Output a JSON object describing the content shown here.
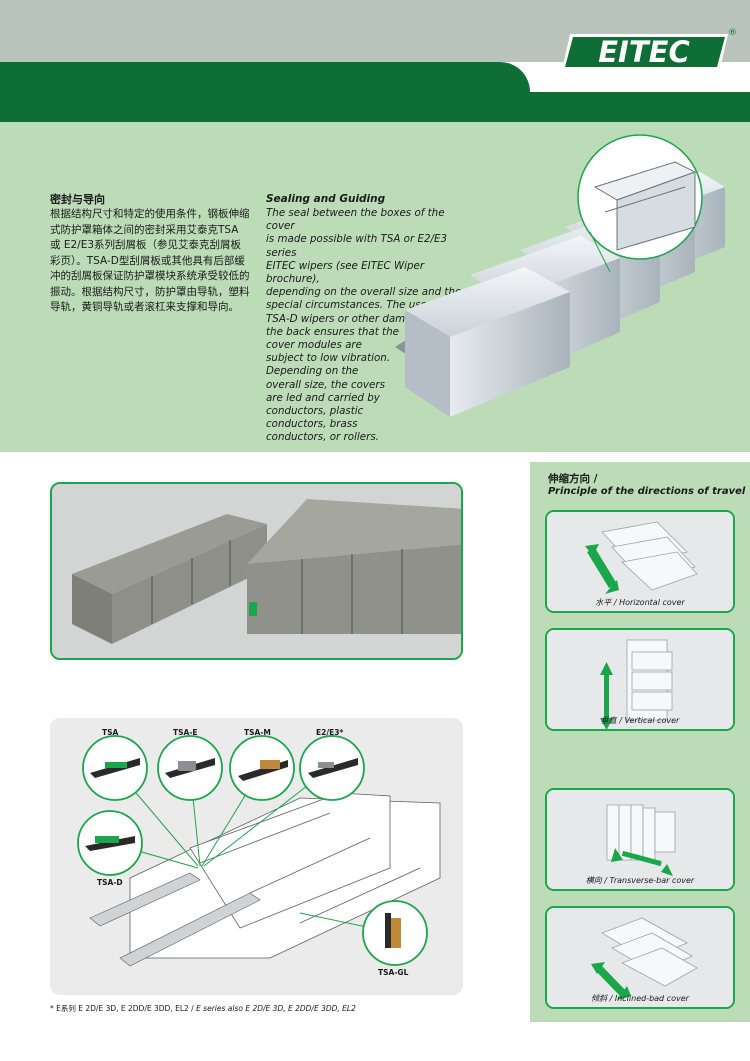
{
  "brand": {
    "logo_text": "EITEC",
    "registered": "®"
  },
  "intro": {
    "zh_title": "密封与导向",
    "zh_body": "根据结构尺寸和特定的使用条件，钢板伸缩式防护罩箱体之间的密封采用艾泰克TSA 或 E2/E3系列刮屑板（参见艾泰克刮屑板彩页）。TSA-D型刮屑板或其他具有后部缓冲的刮屑板保证防护罩模块系统承受较低的振动。根据结构尺寸，防护罩由导轨，塑料导轨，黄铜导轨或者滚杠来支撑和导向。",
    "en_title": "Sealing and Guiding",
    "en_body": "The seal between the boxes of the cover\nis made possible with TSA or E2/E3 series\nEITEC wipers (see EITEC Wiper brochure),\ndepending on the overall size and the\nspecial circumstances. The use of the\nTSA-D wipers or other dampers on\nthe back ensures that the\ncover modules are\nsubject to low vibration.\nDepending on the\noverall size, the covers\nare led and carried by\nconductors, plastic\nconductors, brass\nconductors, or rollers."
  },
  "directions": {
    "title": "伸缩方向 /",
    "subtitle": "Principle of the directions of travel",
    "items": [
      {
        "zh": "水平",
        "en": "Horizontal cover"
      },
      {
        "zh": "垂直",
        "en": "Vertical cover"
      },
      {
        "zh": "横向",
        "en": "Transverse-bar cover"
      },
      {
        "zh": "倾斜",
        "en": "Inclined-bad cover"
      }
    ]
  },
  "diagram": {
    "labels": [
      "TSA",
      "TSA-E",
      "TSA-M",
      "E2/E3*",
      "TSA-D",
      "TSA-GL"
    ]
  },
  "footnote": {
    "zh": "* E系列   E 2D/E 3D, E 2DD/E 3DD, EL2 / ",
    "en": "E series also E 2D/E 3D, E 2DD/E 3DD, EL2"
  },
  "colors": {
    "brand_green": "#0f6e35",
    "accent_green": "#1aa64a",
    "light_green": "#bcdcb8",
    "top_gray": "#b9c4bd"
  }
}
